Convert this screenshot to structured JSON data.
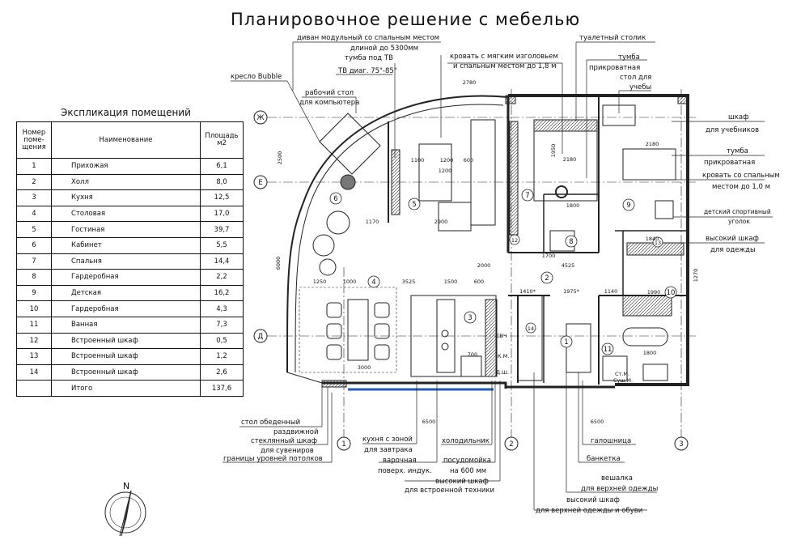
{
  "title": "Планировочное решение с мебелью",
  "explication": {
    "title": "Экспликация помещений",
    "headers": [
      "Номер поме-щения",
      "Наименование",
      "Площадь м2"
    ],
    "rows": [
      [
        "1",
        "Прихожая",
        "6,1"
      ],
      [
        "2",
        "Холл",
        "8,0"
      ],
      [
        "3",
        "Кухня",
        "12,5"
      ],
      [
        "4",
        "Столовая",
        "17,0"
      ],
      [
        "5",
        "Гостиная",
        "39,7"
      ],
      [
        "6",
        "Кабинет",
        "5,5"
      ],
      [
        "7",
        "Спальня",
        "14,4"
      ],
      [
        "8",
        "Гардеробная",
        "2,2"
      ],
      [
        "9",
        "Детская",
        "16,2"
      ],
      [
        "10",
        "Гардеробная",
        "4,3"
      ],
      [
        "11",
        "Ванная",
        "7,3"
      ],
      [
        "12",
        "Встроенный шкаф",
        "0,5"
      ],
      [
        "13",
        "Встроенный шкаф",
        "1,2"
      ],
      [
        "14",
        "Встроенный шкаф",
        "2,6"
      ],
      [
        "",
        "Итого",
        "137,6"
      ]
    ]
  },
  "callouts_top": {
    "divan": "диван модульный со спальным местом",
    "divan2": "длиной до 5300мм",
    "tumba_tv": "тумба под ТВ",
    "tv": "ТВ диаг. 75\"-85\"",
    "kreslo": "кресло Bubble",
    "stol1": "рабочий стол",
    "stol2": "для компьютера",
    "krovat1": "кровать с мягким изголовьем",
    "krovat2": "и спальным местом до 1,8 м",
    "tualet": "туалетный столик",
    "tumba_p1": "тумба",
    "tumba_p2": "прикроватная",
    "stol_u1": "стол для",
    "stol_u2": "учебы"
  },
  "callouts_right": {
    "shkaf1": "шкаф",
    "shkaf2": "для учебников",
    "tumba1": "тумба",
    "tumba2": "прикроватная",
    "krovat1": "кровать со спальным",
    "krovat2": "местом до 1,0 м",
    "sport1": "детский спортивный",
    "sport2": "уголок",
    "vys1": "высокий шкаф",
    "vys2": "для одежды"
  },
  "callouts_bottom": {
    "stol_ob": "стол обеденный",
    "razdv": "раздвижной",
    "steklo": "стеклянный шкаф",
    "suvenir": "для сувениров",
    "granitsy": "границы уровней потолков",
    "kuhnya1": "кухня с зоной",
    "kuhnya2": "для завтрака",
    "varoch1": "варочная",
    "varoch2": "поверх. индук.",
    "holod": "холодильник",
    "posud1": "посудомойка",
    "posud2": "на 600 мм",
    "vys_t1": "высокий шкаф",
    "vys_t2": "для встроенной техники",
    "galosh": "галошница",
    "banket": "банкетка",
    "veshalka1": "вешалка",
    "veshalka2": "для верхней одежды",
    "vys_o1": "высокий шкаф",
    "vys_o2": "для верхней одежды и обуви"
  },
  "axes": {
    "zh": "Ж",
    "e": "Е",
    "d": "Д",
    "a1": "1",
    "a2": "2",
    "a3": "3"
  },
  "dims": {
    "d2780": "2780",
    "d2500": "2500",
    "d6000": "6000",
    "d6500a": "6500",
    "d6500b": "6500",
    "d1270": "1270",
    "d2180": "2180",
    "d1800": "1800",
    "d1700": "1700",
    "d4525": "4525",
    "d2900": "2900",
    "d2000": "2000",
    "d3000": "3000",
    "d1250": "1250",
    "d1000": "1000",
    "d3525": "3525",
    "d1500": "1500",
    "d600": "600",
    "d1410": "1410*",
    "d1975": "1975*",
    "d1140": "1140",
    "d1990": "1990",
    "d1170": "1170",
    "d1200": "1200",
    "d1100": "1100",
    "d1200b": "1200",
    "d600b": "600",
    "d1950": "1950",
    "d1840": "1840",
    "d2180b": "2180",
    "d700": "700",
    "d1800b": "1800"
  },
  "rooms": [
    "1",
    "2",
    "3",
    "4",
    "5",
    "6",
    "7",
    "8",
    "9",
    "10",
    "11",
    "12",
    "13",
    "14"
  ],
  "compass": "N",
  "small_labels": {
    "sm1": "Ст.М.",
    "sm2": "Суш.М.",
    "km": "К.М.",
    "dsh": "Д.Ш.",
    "svch": "СВЧ"
  }
}
